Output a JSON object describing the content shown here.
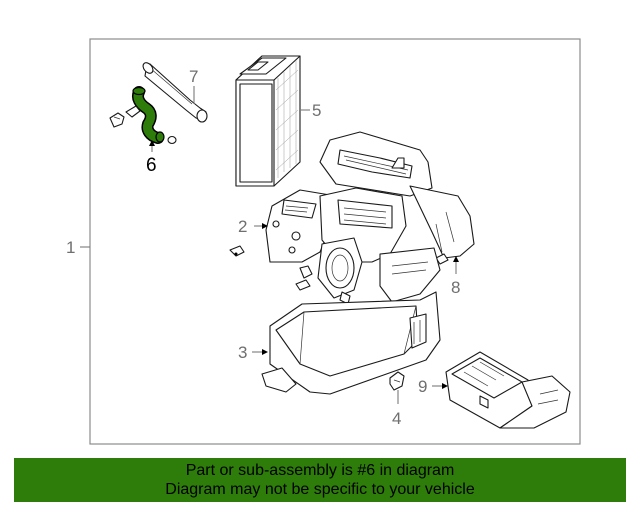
{
  "diagram": {
    "highlight_color": "#2e7d0a",
    "highlighted_part": "6",
    "callouts": {
      "c1": "1",
      "c2": "2",
      "c3": "3",
      "c4": "4",
      "c5": "5",
      "c6": "6",
      "c7": "7",
      "c8": "8",
      "c9": "9"
    }
  },
  "banner": {
    "line1": "Part or sub-assembly is #6 in diagram",
    "line2": "Diagram may not be specific to your vehicle",
    "background": "#2e7d0a"
  }
}
